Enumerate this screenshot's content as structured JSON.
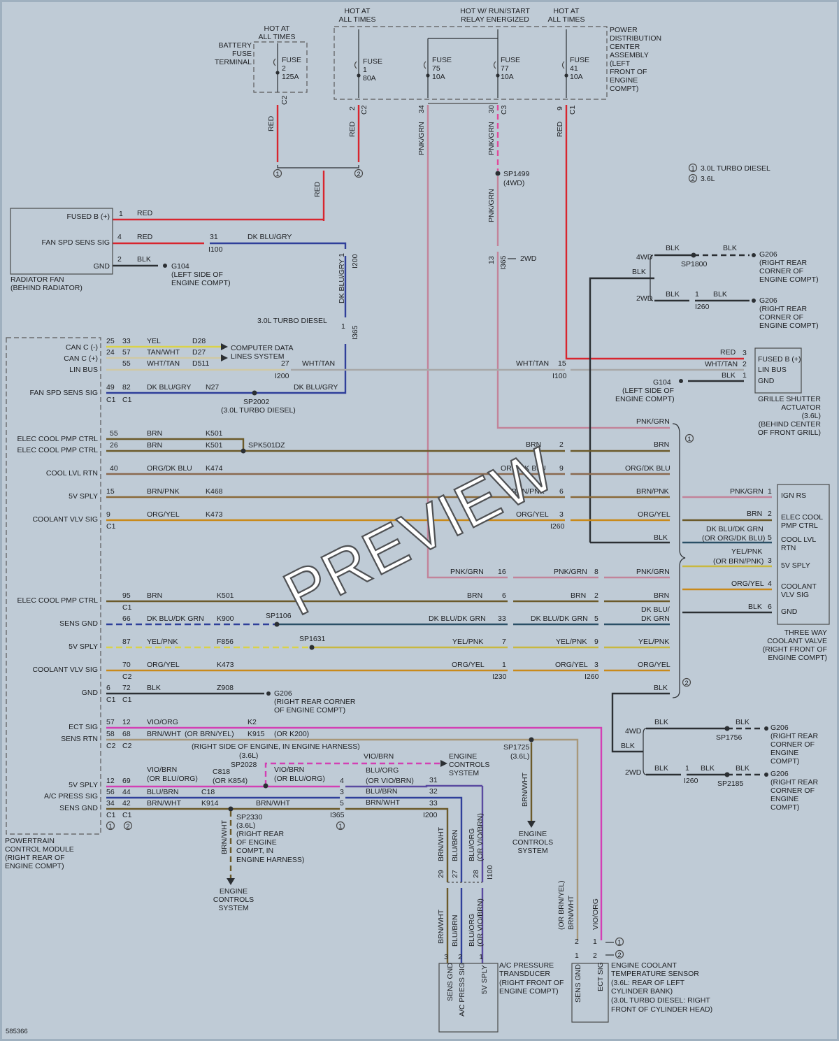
{
  "figure_id": "585366",
  "watermark": "PREVIEW",
  "colors": {
    "red": "#d8252e",
    "blu": "#2f3f9a",
    "yel": "#d9d24a",
    "brn": "#6b5a2a",
    "org": "#c98a1a",
    "pnk": "#c2849a",
    "vio": "#d33fb4",
    "grn": "#3b7f7e",
    "gry": "#9a9a9a",
    "blk": "#2b2f33",
    "bg": "#bfcbd6"
  },
  "legend": {
    "item1": "3.0L TURBO DIESEL",
    "item2": "3.6L",
    "n1": "1",
    "n2": "2"
  },
  "pdc": {
    "hot1": "HOT AT",
    "hot2": "ALL TIMES",
    "hotr1": "HOT W/ RUN/START",
    "hotr2": "RELAY ENERGIZED",
    "hot3a": "HOT AT",
    "hot3b": "ALL TIMES",
    "name": [
      "POWER",
      "DISTRIBUTION",
      "CENTER",
      "ASSEMBLY",
      "(LEFT",
      "FRONT OF",
      "ENGINE",
      "COMPT)"
    ],
    "fuses": [
      {
        "l1": "FUSE",
        "l2": "1",
        "l3": "80A"
      },
      {
        "l1": "FUSE",
        "l2": "75",
        "l3": "10A"
      },
      {
        "l1": "FUSE",
        "l2": "77",
        "l3": "10A"
      },
      {
        "l1": "FUSE",
        "l2": "41",
        "l3": "10A"
      }
    ],
    "pins": [
      "2",
      "34",
      "30",
      "9"
    ],
    "conn": [
      "C2",
      "C3",
      "C1"
    ]
  },
  "bft": {
    "hot1": "HOT AT",
    "hot2": "ALL TIMES",
    "name": [
      "BATTERY",
      "FUSE",
      "TERMINAL"
    ],
    "fuse1": "FUSE",
    "fuse2": "2",
    "fuse3": "125A",
    "conn": "C2"
  },
  "wires": {
    "red": "RED",
    "pnkgrn": "PNK/GRN",
    "dkblugry": "DK BLU/GRY",
    "dkblugry1": "DK BLU/GRY 1",
    "blk": "BLK",
    "whttan": "WHT/TAN",
    "brn": "BRN",
    "orgdkblu": "ORG/DK BLU",
    "brnpnk": "BRN/PNK",
    "orgyel": "ORG/YEL",
    "yel": "YEL",
    "tanwht": "TAN/WHT",
    "dkbludkgrn": "DK BLU/DK GRN",
    "yelpnk": "YEL/PNK",
    "vioorg": "VIO/ORG",
    "brnwht": "BRN/WHT",
    "orbrnyel": "(OR BRN/YEL)",
    "vbrn": "VIO/BRN",
    "orbluorg": "(OR BLU/ORG)",
    "bluorg": "BLU/ORG",
    "orviobrn": "(OR VIO/BRN)",
    "blubrn": "BLU/BRN",
    "dkblugrn": "DK BLU/DK GRN",
    "dkblugrn2": "DK BLU/",
    "dkgrn2": "DK GRN",
    "ororgdkblu": "(OR ORG/DK BLU)",
    "orbrnpnk": "(OR BRN/PNK)",
    "orbrnyel2": "(OR BRN/YEL)"
  },
  "circuits": {
    "d28": "D28",
    "d27": "D27",
    "d511": "D511",
    "n27": "N27",
    "k501": "K501",
    "k474": "K474",
    "k468": "K468",
    "k473": "K473",
    "k900": "K900",
    "f856": "F856",
    "z908": "Z908",
    "k2": "K2",
    "k915": "K915",
    "ork200": "(OR K200)",
    "c818": "C818",
    "ork854": "(OR K854)",
    "c18": "C18",
    "k914": "K914"
  },
  "radfan": {
    "pins": [
      "FUSED B (+)",
      "FAN SPD SENS SIG",
      "GND"
    ],
    "nums": [
      "1",
      "4",
      "2"
    ],
    "name": [
      "RADIATOR FAN",
      "(BEHIND RADIATOR)"
    ]
  },
  "g104a": {
    "name": "G104",
    "l1": "(LEFT SIDE OF",
    "l2": "ENGINE COMPT)"
  },
  "g104b": {
    "name": "G104",
    "l1": "(LEFT SIDE OF",
    "l2": "ENGINE COMPT)"
  },
  "conn": {
    "i100": "I100",
    "i200": "I200",
    "i365": "I365",
    "i260": "I260",
    "i230": "I230",
    "c1": "C1",
    "c2": "C2"
  },
  "splices": {
    "sp1499": "SP1499",
    "sp1499n": "(4WD)",
    "twowd": "2WD",
    "fourwd": "4WD",
    "sp1800": "SP1800",
    "sp2002": "SP2002",
    "sp2002n": "(3.0L TURBO DIESEL)",
    "spk501dz": "SPK501DZ",
    "sp1106": "SP1106",
    "sp1631": "SP1631",
    "sp1725": "SP1725",
    "sp1725n": "(3.6L)",
    "sp2028": "SP2028",
    "sp2028n": "(3.6L)",
    "sp2330": "SP2330",
    "sp2330n": [
      "(3.6L)",
      "(RIGHT REAR",
      "OF ENGINE",
      "COMPT, IN",
      "ENGINE HARNESS)"
    ],
    "sp1756": "SP1756",
    "sp2185": "SP2185",
    "turbo": "3.0L TURBO DIESEL"
  },
  "g206": {
    "name": "G206",
    "l1": "(RIGHT REAR",
    "l2": "CORNER OF",
    "l3": "ENGINE COMPT)"
  },
  "g206b": {
    "name": "G206",
    "l1": "(RIGHT REAR",
    "l2": "CORNER OF",
    "l3": "ENGINE",
    "l4": "COMPT)"
  },
  "g206c": {
    "name": "G206",
    "l1": "(RIGHT REAR CORNER",
    "l2": "OF ENGINE COMPT)"
  },
  "pcm": {
    "pins": [
      "CAN C (-)",
      "CAN C (+)",
      "LIN BUS",
      "FAN SPD SENS SIG",
      "ELEC COOL PMP CTRL",
      "ELEC COOL PMP CTRL",
      "COOL LVL RTN",
      "5V SPLY",
      "COOLANT VLV SIG",
      "ELEC COOL PMP CTRL",
      "SENS GND",
      "5V SPLY",
      "COOLANT VLV SIG",
      "GND",
      "ECT SIG",
      "SENS RTN",
      "5V SPLY",
      "A/C PRESS SIG",
      "SENS GND"
    ],
    "name": [
      "POWERTRAIN",
      "CONTROL MODULE",
      "(RIGHT REAR OF",
      "ENGINE COMPT)"
    ],
    "cdl1": "COMPUTER DATA",
    "cdl2": "LINES SYSTEM",
    "harness": "(RIGHT SIDE OF ENGINE, IN ENGINE HARNESS)"
  },
  "grille": {
    "pins": [
      "FUSED B (+)",
      "LIN BUS",
      "GND"
    ],
    "nums": [
      "3",
      "2",
      "1"
    ],
    "name": [
      "GRILLE SHUTTER",
      "ACTUATOR",
      "(3.6L)",
      "(BEHIND CENTER",
      "OF FRONT GRILL)"
    ]
  },
  "valve": {
    "pins": [
      "IGN RS",
      "ELEC COOL",
      "PMP CTRL",
      "COOL LVL",
      "RTN",
      "5V SPLY",
      "COOLANT",
      "VLV SIG",
      "GND"
    ],
    "nums": [
      "1",
      "2",
      "5",
      "3",
      "4",
      "6"
    ],
    "name": [
      "THREE WAY",
      "COOLANT VALVE",
      "(RIGHT FRONT OF",
      "ENGINE COMPT)"
    ]
  },
  "ecs": {
    "l1": "ENGINE",
    "l2": "CONTROLS",
    "l3": "SYSTEM"
  },
  "acp": {
    "pins": [
      "SENS GND",
      "A/C PRESS SIG",
      "5V SPLY"
    ],
    "nums": [
      "3",
      "2",
      "1"
    ],
    "name": [
      "A/C PRESSURE",
      "TRANSDUCER",
      "(RIGHT FRONT OF",
      "ENGINE COMPT)"
    ]
  },
  "ect": {
    "pins": [
      "SENS GND",
      "ECT SIG"
    ],
    "nums": [
      "1",
      "2",
      "1",
      "2"
    ],
    "name": [
      "ENGINE COOLANT",
      "TEMPERATURE SENSOR",
      "(3.6L: REAR OF LEFT",
      "CYLINDER BANK)",
      "(3.0L TURBO DIESEL: RIGHT",
      "FRONT OF CYLINDER HEAD)"
    ]
  },
  "nums": {
    "n1": "1",
    "n2": "2",
    "n3": "3",
    "n4": "4",
    "n5": "5",
    "n6": "6",
    "n7": "7",
    "n8": "8",
    "n9": "9",
    "n12": "12",
    "n13": "13",
    "n15": "15",
    "n16": "16",
    "n24": "24",
    "n25": "25",
    "n26": "26",
    "n27": "27",
    "n28": "28",
    "n29": "29",
    "n31": "31",
    "n32": "32",
    "n33": "33",
    "n34": "34",
    "n40": "40",
    "n42": "42",
    "n44": "44",
    "n49": "49",
    "n55": "55",
    "n56": "56",
    "n57": "57",
    "n58": "58",
    "n66": "66",
    "n68": "68",
    "n69": "69",
    "n70": "70",
    "n72": "72",
    "n82": "82",
    "n87": "87",
    "n95": "95"
  }
}
